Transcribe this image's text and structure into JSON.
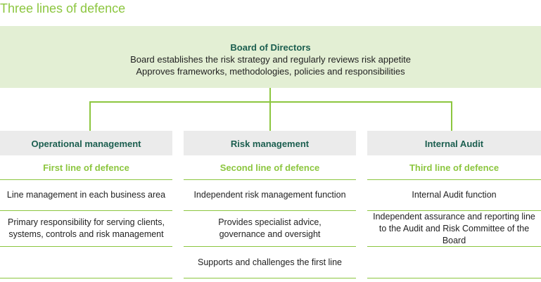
{
  "title": "Three lines of defence",
  "board": {
    "name": "Board of Directors",
    "line1": "Board establishes the risk strategy and regularly reviews risk appetite",
    "line2": "Approves frameworks, methodologies, policies and responsibilities"
  },
  "columns": [
    {
      "header": "Operational management",
      "line": "First line of defence",
      "items": [
        [
          "Line management in each business area"
        ],
        [
          "Primary responsibility for serving clients,",
          "systems, controls and risk management"
        ],
        [
          ""
        ]
      ]
    },
    {
      "header": "Risk management",
      "line": "Second line of defence",
      "items": [
        [
          "Independent risk management function"
        ],
        [
          "Provides specialist advice,",
          "governance and oversight"
        ],
        [
          "Supports and challenges the first line"
        ]
      ]
    },
    {
      "header": "Internal Audit",
      "line": "Third line of defence",
      "items": [
        [
          "Internal Audit function"
        ],
        [
          "Independent assurance and reporting line",
          "to the Audit and Risk Committee of the Board"
        ],
        [
          ""
        ]
      ]
    }
  ],
  "colors": {
    "accent": "#8cc63f",
    "heading": "#1b5e4f",
    "board_bg": "#e3efd4",
    "header_bg": "#ebebeb"
  }
}
